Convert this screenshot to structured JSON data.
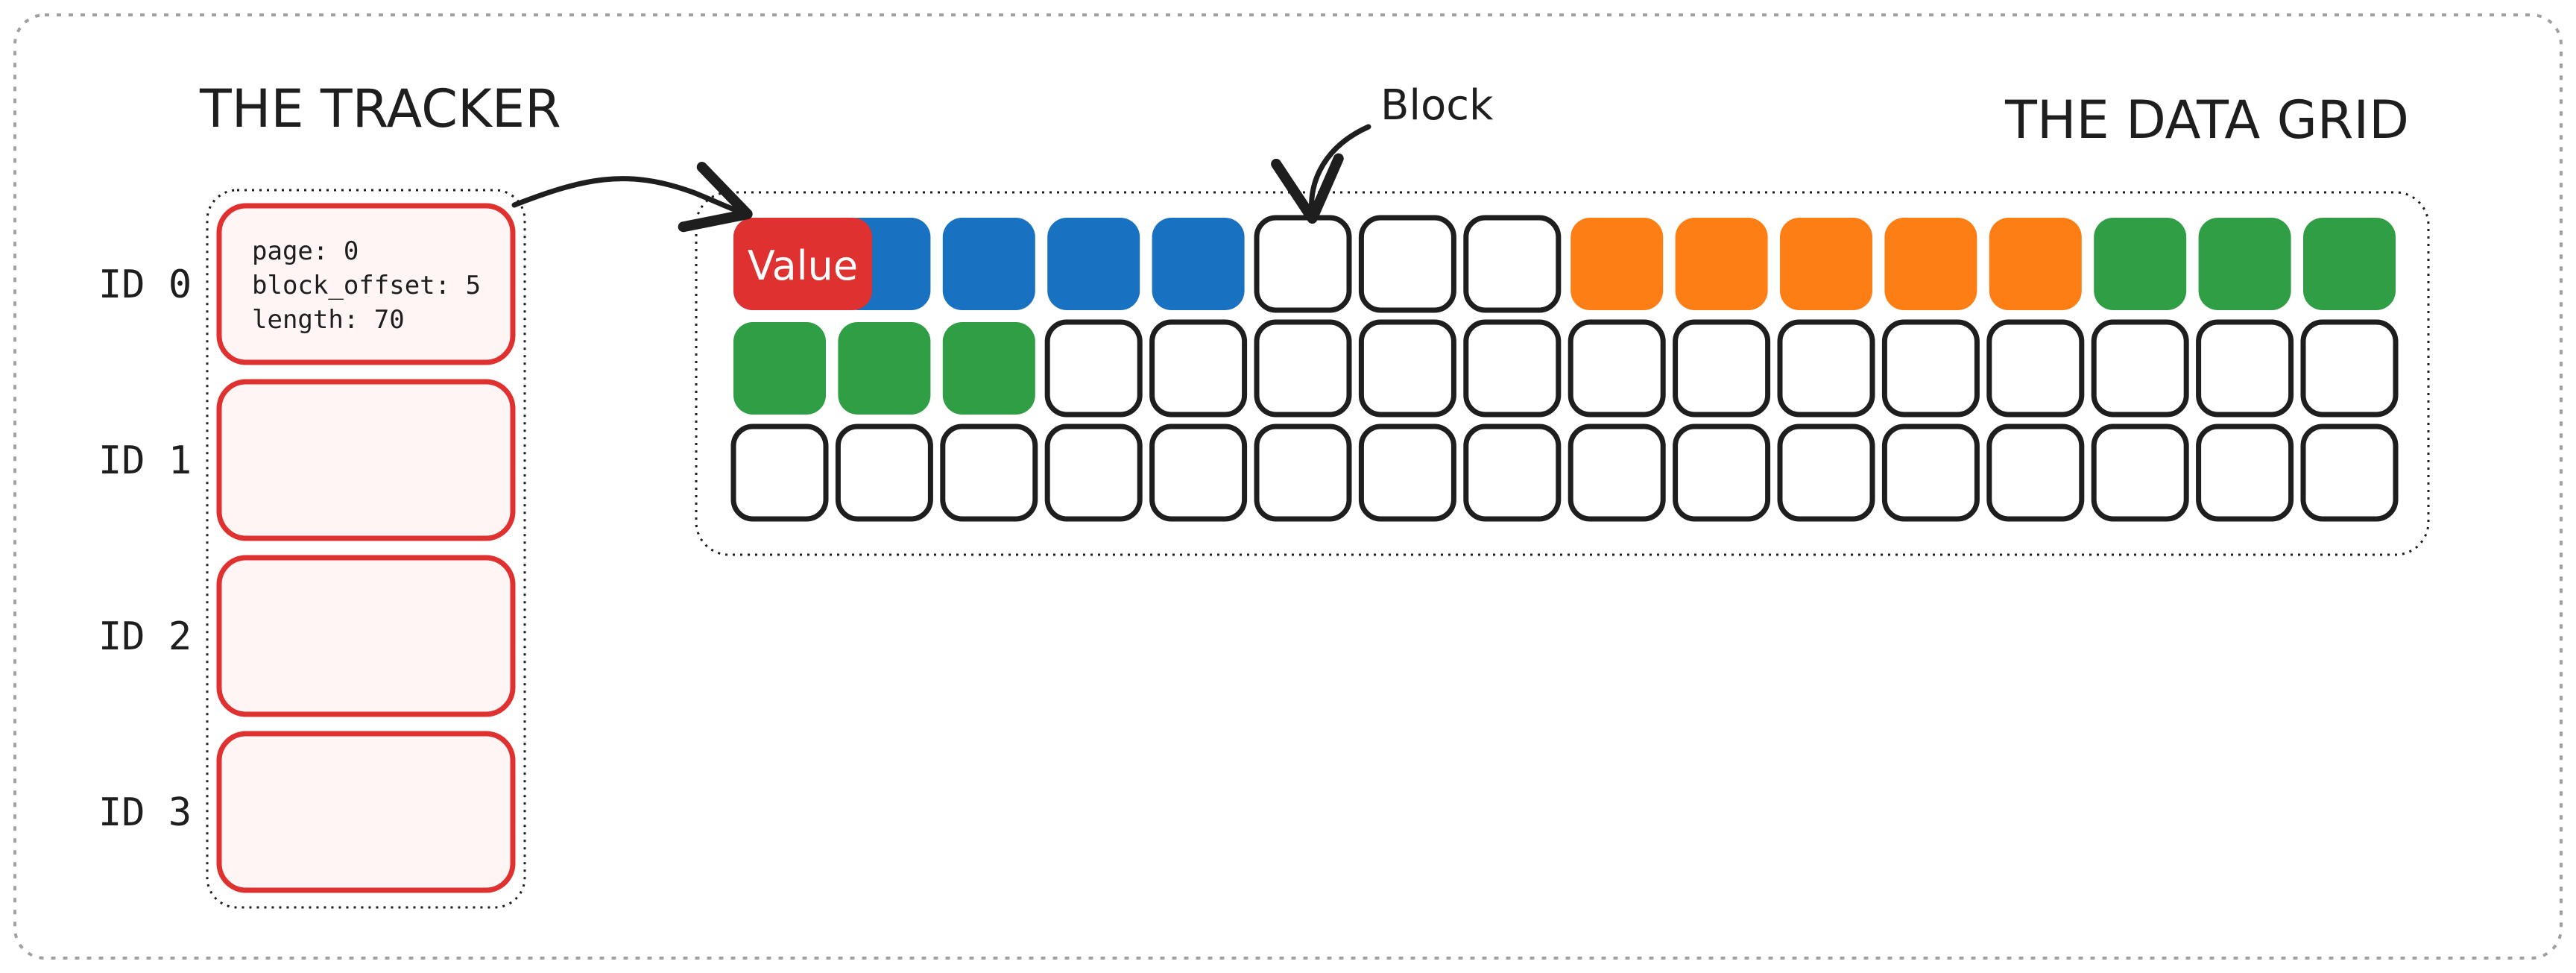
{
  "colors": {
    "outline": "#1e1e1e",
    "tracker_border": "#e03131",
    "tracker_fill": "#fff5f5",
    "value_fill": "#e03131",
    "blue": "#1971c2",
    "orange": "#fd7e14",
    "green": "#2f9e44",
    "empty": "#ffffff"
  },
  "tracker": {
    "title": "THE TRACKER",
    "rows": [
      {
        "id_label": "ID 0",
        "lines": [
          "page: 0",
          "block_offset: 5",
          "length: 70"
        ]
      },
      {
        "id_label": "ID 1",
        "lines": []
      },
      {
        "id_label": "ID 2",
        "lines": []
      },
      {
        "id_label": "ID 3",
        "lines": []
      }
    ]
  },
  "grid": {
    "title": "THE DATA GRID",
    "block_label": "Block",
    "value_label": "Value",
    "rows": [
      [
        "blue",
        "blue",
        "blue",
        "blue",
        "blue",
        "empty",
        "empty",
        "empty",
        "orange",
        "orange",
        "orange",
        "orange",
        "orange",
        "green",
        "green",
        "green"
      ],
      [
        "green",
        "green",
        "green",
        "empty",
        "empty",
        "empty",
        "empty",
        "empty",
        "empty",
        "empty",
        "empty",
        "empty",
        "empty",
        "empty",
        "empty",
        "empty"
      ],
      [
        "empty",
        "empty",
        "empty",
        "empty",
        "empty",
        "empty",
        "empty",
        "empty",
        "empty",
        "empty",
        "empty",
        "empty",
        "empty",
        "empty",
        "empty",
        "empty"
      ]
    ]
  }
}
